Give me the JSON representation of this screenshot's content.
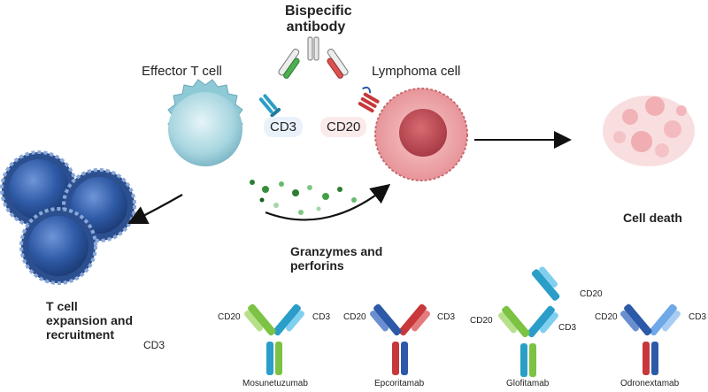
{
  "title": {
    "line1": "Bispecific",
    "line2": "antibody"
  },
  "effector_label": "Effector T cell",
  "lymphoma_label": "Lymphoma cell",
  "cd3_pill": "CD3",
  "cd20_pill": "CD20",
  "cell_death_label": "Cell death",
  "granzymes_label": {
    "line1": "Granzymes and",
    "line2": "perforins"
  },
  "expansion_label": {
    "line1": "T cell",
    "line2": "expansion and",
    "line3": "recruitment"
  },
  "cd3_stray": "CD3",
  "antibodies": [
    {
      "name": "Mosunetuzumab",
      "left_target": "CD20",
      "right_target": "CD3"
    },
    {
      "name": "Epcoritamab",
      "left_target": "CD20",
      "right_target": "CD3"
    },
    {
      "name": "Glofitamab",
      "left_target": "CD20",
      "right_target": "CD3",
      "top_target": "CD20"
    },
    {
      "name": "Odronextamab",
      "left_target": "CD20",
      "right_target": "CD3"
    }
  ],
  "colors": {
    "cd3_teal": "#2a9ec8",
    "cd3_green": "#7cc243",
    "cd20_red": "#c8383a",
    "cd20_blue_dark": "#2c5aa8",
    "tcell": "#9fd3df",
    "lymphoma": "#e28b8e"
  }
}
